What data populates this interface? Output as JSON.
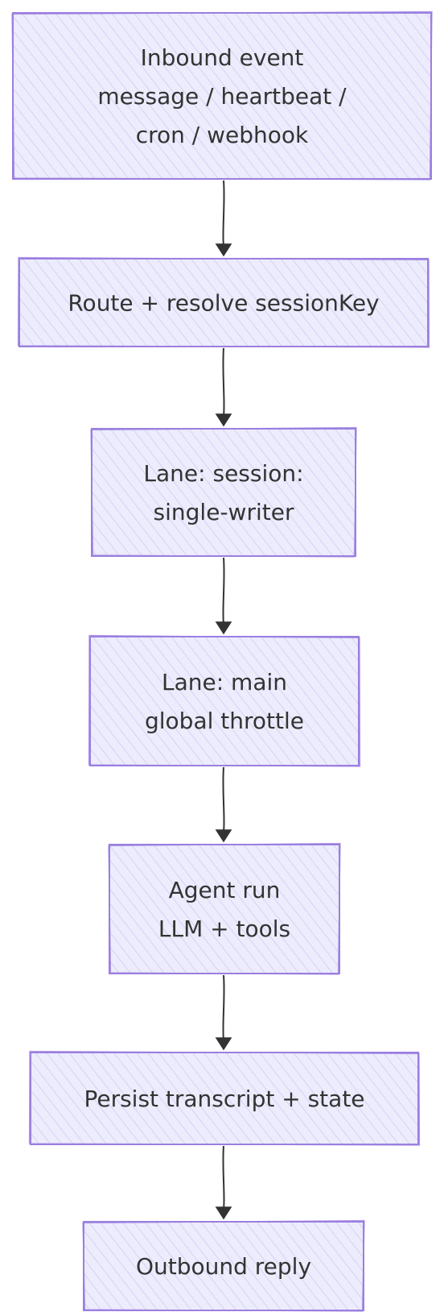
{
  "diagram": {
    "nodes": [
      {
        "id": "inbound",
        "lines": [
          "Inbound event",
          "message / heartbeat /",
          "cron / webhook"
        ]
      },
      {
        "id": "route",
        "lines": [
          "Route + resolve sessionKey"
        ]
      },
      {
        "id": "lane-session",
        "lines": [
          "Lane: session:",
          "single-writer"
        ]
      },
      {
        "id": "lane-main",
        "lines": [
          "Lane: main",
          "global throttle"
        ]
      },
      {
        "id": "agent-run",
        "lines": [
          "Agent run",
          "LLM + tools"
        ]
      },
      {
        "id": "persist",
        "lines": [
          "Persist transcript + state"
        ]
      },
      {
        "id": "outbound",
        "lines": [
          "Outbound reply"
        ]
      }
    ],
    "edges": [
      {
        "from": "inbound",
        "to": "route"
      },
      {
        "from": "route",
        "to": "lane-session"
      },
      {
        "from": "lane-session",
        "to": "lane-main"
      },
      {
        "from": "lane-main",
        "to": "agent-run"
      },
      {
        "from": "agent-run",
        "to": "persist"
      },
      {
        "from": "persist",
        "to": "outbound"
      }
    ],
    "colors": {
      "node_fill": "#ececfc",
      "node_stroke": "#9b7fe0",
      "edge": "#333333",
      "text": "#333333"
    }
  }
}
